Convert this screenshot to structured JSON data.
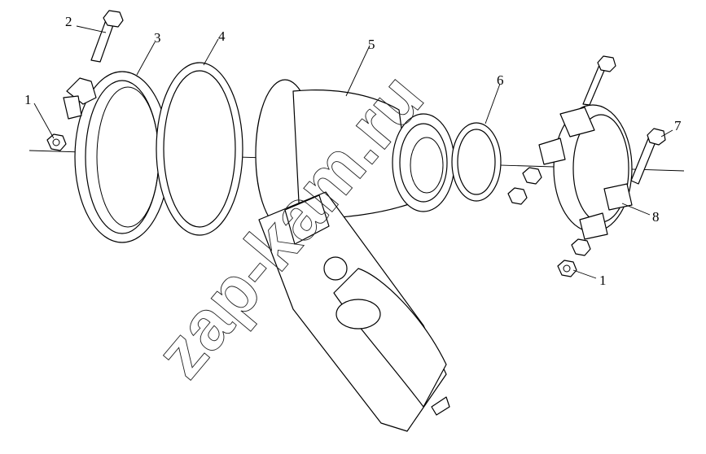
{
  "diagram": {
    "callouts": [
      {
        "id": "clamp-nut-left",
        "label": "1"
      },
      {
        "id": "clamp-bolt-left",
        "label": "2"
      },
      {
        "id": "v-band-clamp-left",
        "label": "3"
      },
      {
        "id": "sealing-ring-large",
        "label": "4"
      },
      {
        "id": "exhaust-brake-valve",
        "label": "5"
      },
      {
        "id": "sealing-ring-small",
        "label": "6"
      },
      {
        "id": "clamp-bolt-right",
        "label": "7"
      },
      {
        "id": "split-clamp-right",
        "label": "8"
      },
      {
        "id": "clamp-nut-right",
        "label": "1"
      }
    ],
    "watermark": "zap-kam.ru"
  }
}
